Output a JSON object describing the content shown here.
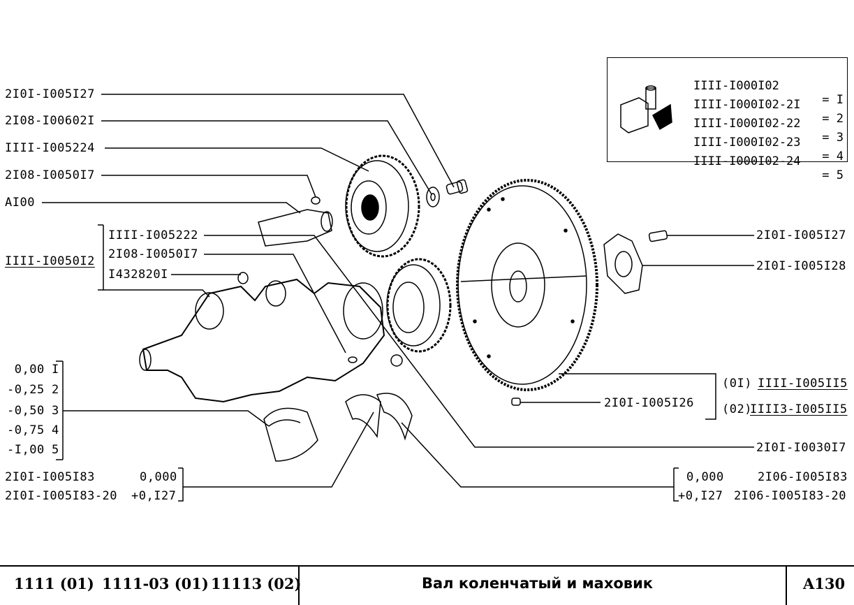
{
  "legend": {
    "rows": [
      {
        "code": "IIII-I000I02",
        "num": "= I"
      },
      {
        "code": "IIII-I000I02-2I",
        "num": "= 2"
      },
      {
        "code": "IIII-I000I02-22",
        "num": "= 3"
      },
      {
        "code": "IIII-I000I02-23",
        "num": "= 4"
      },
      {
        "code": "IIII-I000I02-24",
        "num": "= 5"
      }
    ]
  },
  "labels_left": {
    "l1": "2I0I-I005I27",
    "l2": "2I08-I00602I",
    "l3": "IIII-I005224",
    "l4": "2I08-I0050I7",
    "l5": "AI00",
    "l6": "IIII-I0050I2",
    "g1": "IIII-I005222",
    "g2": "2I08-I0050I7",
    "g3": "I432820I"
  },
  "sizes_left": [
    {
      "size": " 0,00",
      "num": "I"
    },
    {
      "size": "-0,25",
      "num": "2"
    },
    {
      "size": "-0,50",
      "num": "3"
    },
    {
      "size": "-0,75",
      "num": "4"
    },
    {
      "size": "-I,00",
      "num": "5"
    }
  ],
  "bearings_left": [
    {
      "code": "2I0I-I005I83",
      "value": "0,000"
    },
    {
      "code": "2I0I-I005I83-20",
      "value": "+0,I27"
    }
  ],
  "labels_right": {
    "r1": "2I0I-I005I27",
    "r2": "2I0I-I005I28",
    "r3": "2I0I-I005I26",
    "r4_prefix": "(0I)",
    "r4_code": "IIII-I005II5",
    "r5_prefix": "(02)",
    "r5_code": "IIII3-I005II5",
    "r6": "2I0I-I0030I7"
  },
  "bearings_right": [
    {
      "value": "0,000",
      "code": "2I06-I005I83"
    },
    {
      "value": "+0,I27",
      "code": "2I06-I005I83-20"
    }
  ],
  "titlebar": {
    "models": [
      "1111 (01)",
      "1111-03 (01)",
      "11113 (02)"
    ],
    "title": "Вал коленчатый и маховик",
    "page_code": "A130"
  }
}
